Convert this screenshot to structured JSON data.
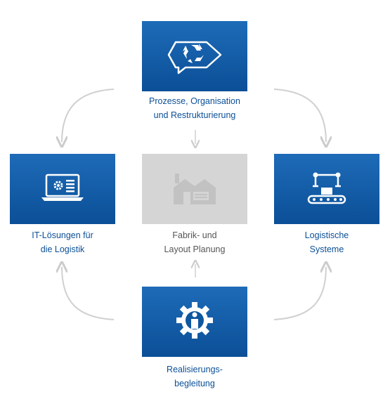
{
  "nodes": {
    "top": {
      "line1": "Prozesse, Organisation",
      "line2": "und Restrukturierung",
      "icon": "recycle-speech-bubble-icon"
    },
    "left": {
      "line1": "IT-Lösungen für",
      "line2": "die Logistik",
      "icon": "laptop-gear-icon"
    },
    "center": {
      "line1": "Fabrik- und",
      "line2": "Layout Planung",
      "icon": "factory-icon"
    },
    "right": {
      "line1": "Logistische",
      "line2": "Systeme",
      "icon": "robot-conveyor-icon"
    },
    "bottom": {
      "line1": "Realisierungs-",
      "line2": "begleitung",
      "icon": "gear-person-icon"
    }
  },
  "colors": {
    "tile_blue": "#0b4f97",
    "tile_grey": "#d5d5d5",
    "arrow": "#cccccc",
    "label_blue": "#0b4f97"
  }
}
